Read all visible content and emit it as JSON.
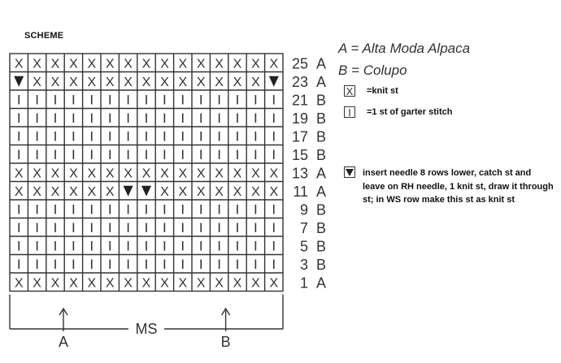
{
  "title": "SCHEME",
  "legend": {
    "yarn_a": "A = Alta Moda Alpaca",
    "yarn_b": "B = Colupo",
    "knit_symbol": "X",
    "knit_label": "=knit st",
    "garter_symbol": "I",
    "garter_label": "=1 st of garter stitch",
    "triangle_icon": "down-triangle-icon",
    "triangle_note": "insert needle 8 rows lower, catch st and leave on RH needle, 1 knit st, draw it through st; in WS row make this st as knit st"
  },
  "chart_data": {
    "type": "table",
    "columns": 15,
    "symbols": {
      "X": "knit st",
      "I": "1 st of garter stitch",
      "T": "insert needle 8 rows lower"
    },
    "rows": [
      {
        "row": "25",
        "yarn": "A",
        "cells": [
          "X",
          "X",
          "X",
          "X",
          "X",
          "X",
          "X",
          "X",
          "X",
          "X",
          "X",
          "X",
          "X",
          "X",
          "X"
        ]
      },
      {
        "row": "23",
        "yarn": "A",
        "cells": [
          "T",
          "X",
          "X",
          "X",
          "X",
          "X",
          "X",
          "X",
          "X",
          "X",
          "X",
          "X",
          "X",
          "X",
          "T"
        ]
      },
      {
        "row": "21",
        "yarn": "B",
        "cells": [
          "I",
          "I",
          "I",
          "I",
          "I",
          "I",
          "I",
          "I",
          "I",
          "I",
          "I",
          "I",
          "I",
          "I",
          "I"
        ]
      },
      {
        "row": "19",
        "yarn": "B",
        "cells": [
          "I",
          "I",
          "I",
          "I",
          "I",
          "I",
          "I",
          "I",
          "I",
          "I",
          "I",
          "I",
          "I",
          "I",
          "I"
        ]
      },
      {
        "row": "17",
        "yarn": "B",
        "cells": [
          "I",
          "I",
          "I",
          "I",
          "I",
          "I",
          "I",
          "I",
          "I",
          "I",
          "I",
          "I",
          "I",
          "I",
          "I"
        ]
      },
      {
        "row": "15",
        "yarn": "B",
        "cells": [
          "I",
          "I",
          "I",
          "I",
          "I",
          "I",
          "I",
          "I",
          "I",
          "I",
          "I",
          "I",
          "I",
          "I",
          "I"
        ]
      },
      {
        "row": "13",
        "yarn": "A",
        "cells": [
          "X",
          "X",
          "X",
          "X",
          "X",
          "X",
          "X",
          "X",
          "X",
          "X",
          "X",
          "X",
          "X",
          "X",
          "X"
        ]
      },
      {
        "row": "11",
        "yarn": "A",
        "cells": [
          "X",
          "X",
          "X",
          "X",
          "X",
          "X",
          "T",
          "T",
          "X",
          "X",
          "X",
          "X",
          "X",
          "X",
          "X"
        ]
      },
      {
        "row": "9",
        "yarn": "B",
        "cells": [
          "I",
          "I",
          "I",
          "I",
          "I",
          "I",
          "I",
          "I",
          "I",
          "I",
          "I",
          "I",
          "I",
          "I",
          "I"
        ]
      },
      {
        "row": "7",
        "yarn": "B",
        "cells": [
          "I",
          "I",
          "I",
          "I",
          "I",
          "I",
          "I",
          "I",
          "I",
          "I",
          "I",
          "I",
          "I",
          "I",
          "I"
        ]
      },
      {
        "row": "5",
        "yarn": "B",
        "cells": [
          "I",
          "I",
          "I",
          "I",
          "I",
          "I",
          "I",
          "I",
          "I",
          "I",
          "I",
          "I",
          "I",
          "I",
          "I"
        ]
      },
      {
        "row": "3",
        "yarn": "B",
        "cells": [
          "I",
          "I",
          "I",
          "I",
          "I",
          "I",
          "I",
          "I",
          "I",
          "I",
          "I",
          "I",
          "I",
          "I",
          "I"
        ]
      },
      {
        "row": "1",
        "yarn": "A",
        "cells": [
          "X",
          "X",
          "X",
          "X",
          "X",
          "X",
          "X",
          "X",
          "X",
          "X",
          "X",
          "X",
          "X",
          "X",
          "X"
        ]
      }
    ],
    "repeat_label": "MS",
    "markers": [
      {
        "label": "A",
        "column": 3
      },
      {
        "label": "B",
        "column": 12
      }
    ]
  }
}
